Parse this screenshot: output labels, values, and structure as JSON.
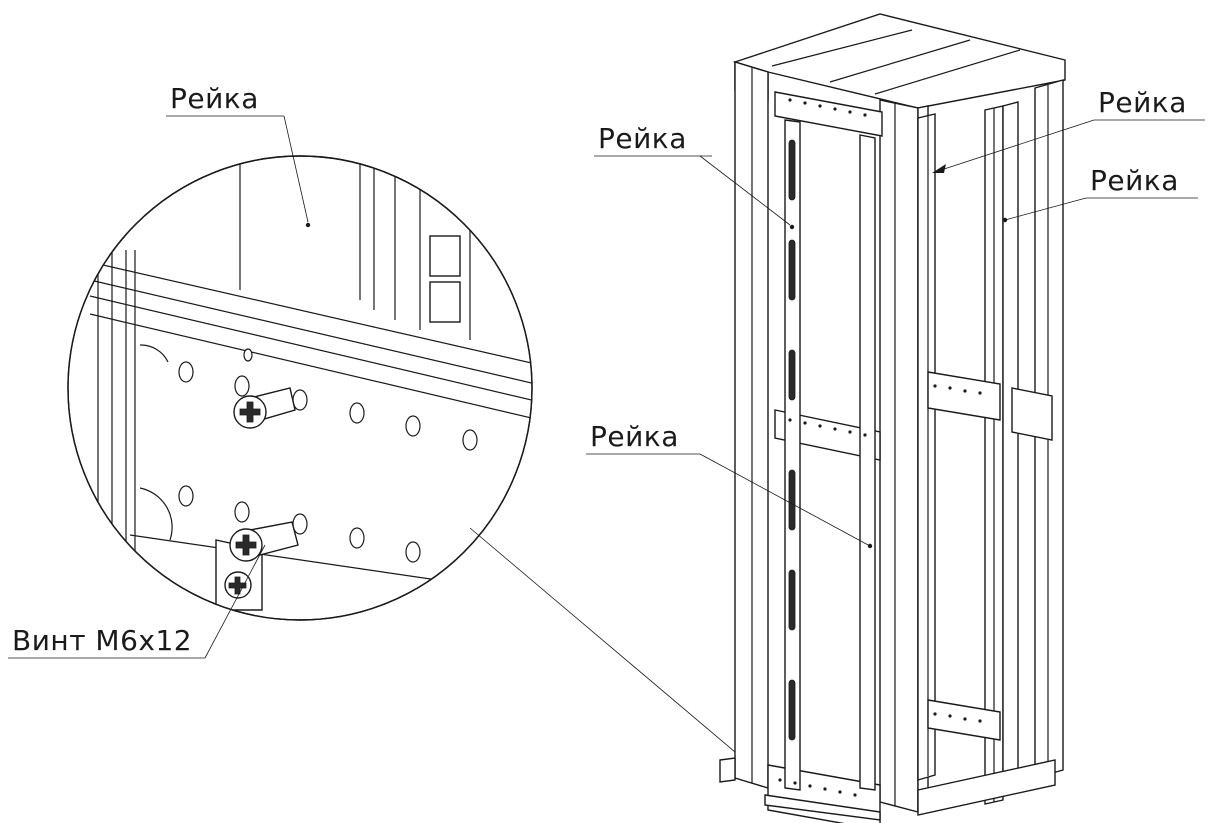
{
  "callouts": {
    "rail_detail": "Рейка",
    "rail_front_left": "Рейка",
    "rail_front_right": "Рейка",
    "rail_rear_right": "Рейка",
    "rail_middle": "Рейка",
    "screw": "Винт М6х12"
  }
}
